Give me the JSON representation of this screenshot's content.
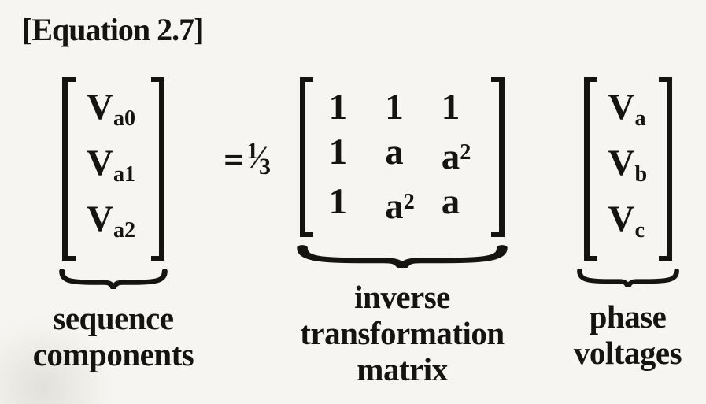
{
  "title": "[Equation 2.7]",
  "colors": {
    "ink": "#151412",
    "paper": "#f6f5f1"
  },
  "equation": {
    "equals": "=",
    "fraction": {
      "numerator": "1",
      "slash": "⁄",
      "denominator": "3"
    },
    "left_vector": {
      "entries": [
        {
          "base": "V",
          "sub": "a0"
        },
        {
          "base": "V",
          "sub": "a1"
        },
        {
          "base": "V",
          "sub": "a2"
        }
      ],
      "label_lines": [
        "sequence",
        "components"
      ]
    },
    "matrix": {
      "rows": [
        [
          {
            "base": "1"
          },
          {
            "base": "1"
          },
          {
            "base": "1"
          }
        ],
        [
          {
            "base": "1"
          },
          {
            "base": "a"
          },
          {
            "base": "a",
            "sup": "2"
          }
        ],
        [
          {
            "base": "1"
          },
          {
            "base": "a",
            "sup": "2"
          },
          {
            "base": "a"
          }
        ]
      ],
      "label_lines": [
        "inverse",
        "transformation",
        "matrix"
      ]
    },
    "right_vector": {
      "entries": [
        {
          "base": "V",
          "sub": "a"
        },
        {
          "base": "V",
          "sub": "b"
        },
        {
          "base": "V",
          "sub": "c"
        }
      ],
      "label_lines": [
        "phase",
        "voltages"
      ]
    }
  }
}
